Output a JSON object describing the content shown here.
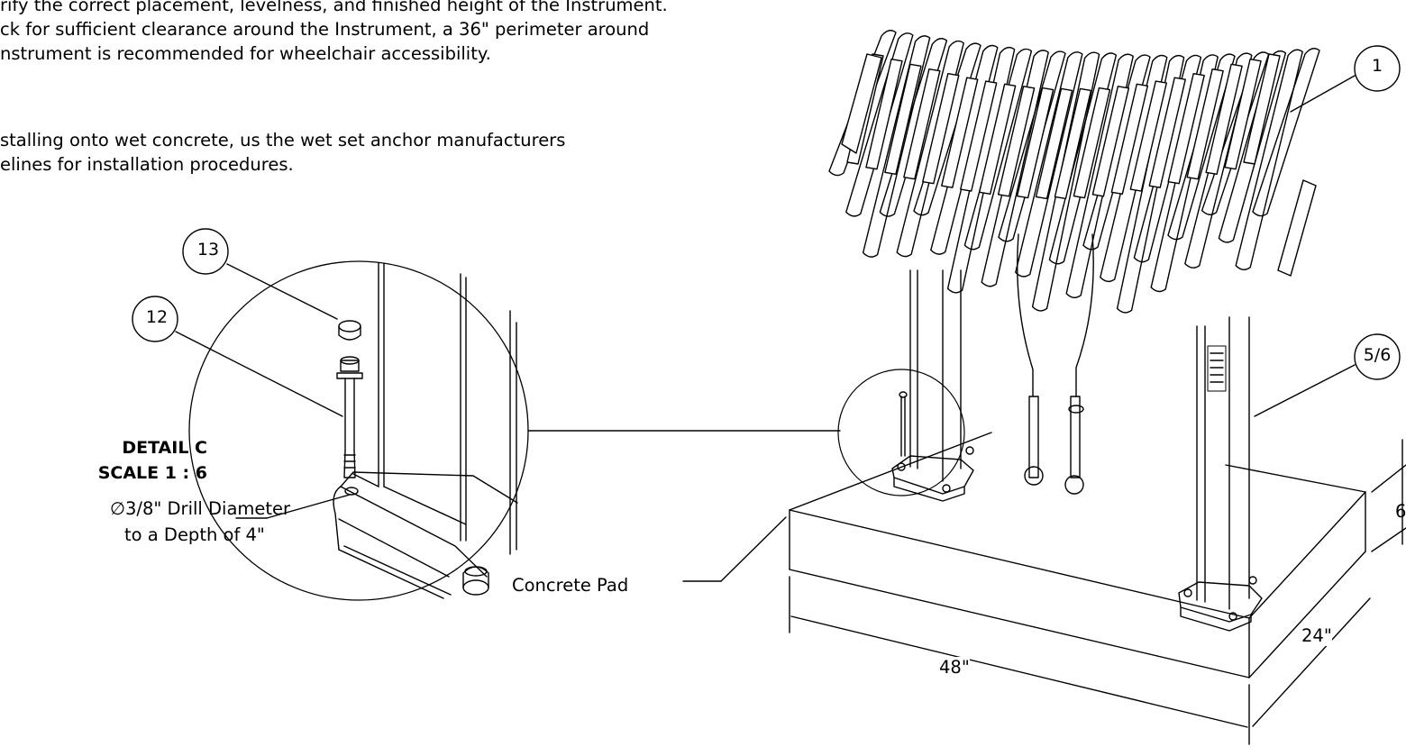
{
  "notes": {
    "note1": [
      "rify the correct placement, levelness, and finished height of the Instrument.",
      "ck for sufficient clearance around the Instrument, a 36\" perimeter around",
      "nstrument is recommended for wheelchair accessibility."
    ],
    "note2": [
      "stalling onto wet concrete, us the wet set anchor manufacturers",
      "elines for installation procedures."
    ]
  },
  "detail": {
    "title": "DETAIL C",
    "scale": "SCALE 1 : 6"
  },
  "callouts": {
    "item_1": "1",
    "item_5_6": "5/6",
    "item_13": "13",
    "item_12": "12"
  },
  "labels": {
    "drill_line1": "∅3/8\" Drill Diameter",
    "drill_line2": "to a Depth of 4\"",
    "concrete_pad": "Concrete Pad"
  },
  "dimensions": {
    "length": "48\"",
    "width": "24\"",
    "height": "6"
  }
}
